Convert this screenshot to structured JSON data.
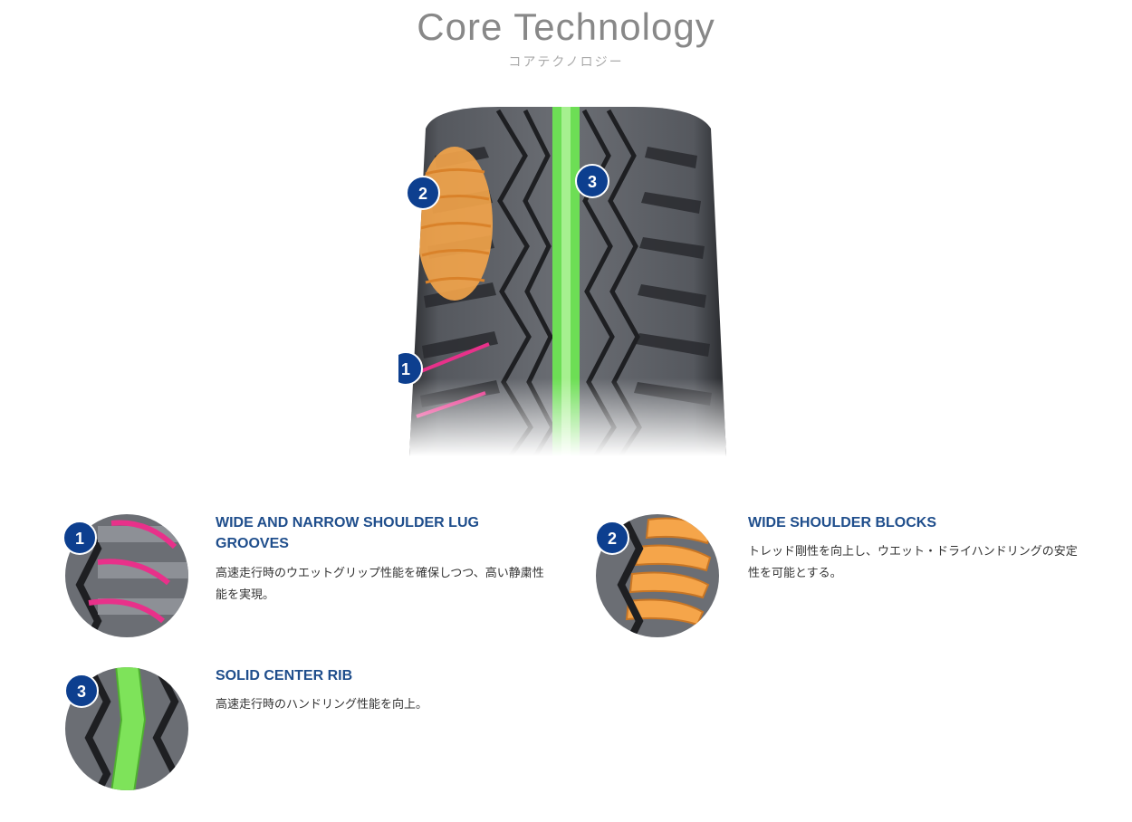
{
  "header": {
    "title": "Core Technology",
    "subtitle": "コアテクノロジー"
  },
  "hero": {
    "markers": [
      "1",
      "2",
      "3"
    ]
  },
  "features": [
    {
      "number": "1",
      "title": "WIDE AND NARROW SHOULDER LUG GROOVES",
      "description": "高速走行時のウエットグリップ性能を確保しつつ、高い静粛性能を実現。",
      "accent": "#e8318a"
    },
    {
      "number": "2",
      "title": "WIDE SHOULDER BLOCKS",
      "description": "トレッド剛性を向上し、ウエット・ドライハンドリングの安定性を可能とする。",
      "accent": "#f29a3a"
    },
    {
      "number": "3",
      "title": "SOLID CENTER RIB",
      "description": "高速走行時のハンドリング性能を向上。",
      "accent": "#7ee35a"
    }
  ],
  "colors": {
    "badge": "#0d3f8f",
    "heading": "#1f4e8c",
    "tire": "#3a3d42"
  }
}
